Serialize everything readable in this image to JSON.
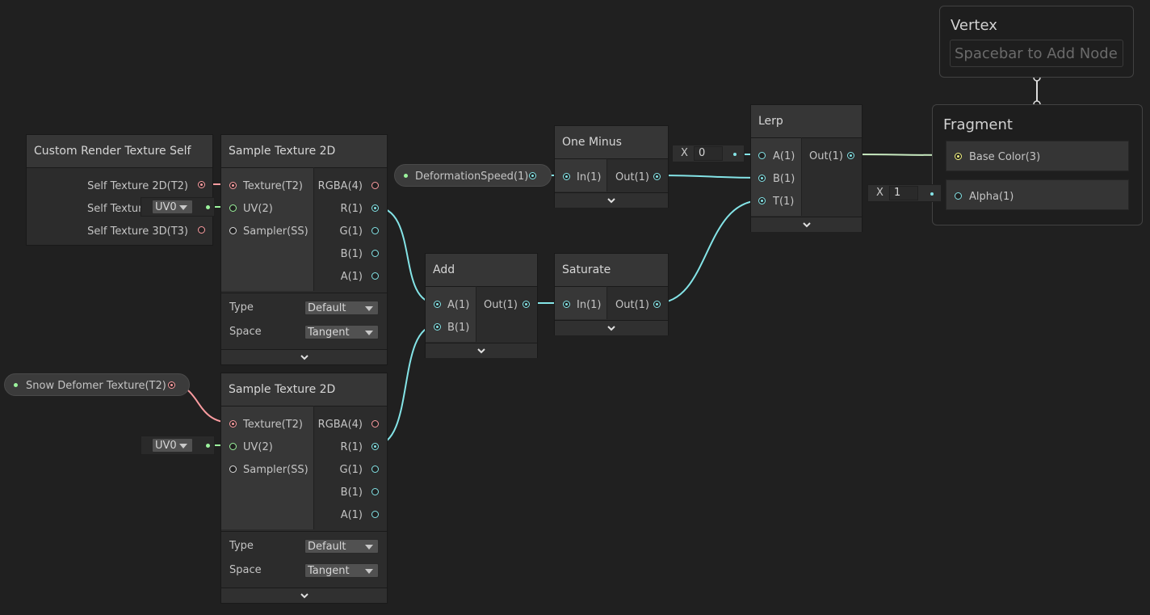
{
  "custom_render_texture_self": {
    "title": "Custom Render Texture Self",
    "outputs": [
      "Self Texture 2D(T2)",
      "Self Texture",
      "Self Texture 3D(T3)"
    ]
  },
  "sample_texture_1": {
    "title": "Sample Texture 2D",
    "inputs": [
      "Texture(T2)",
      "UV(2)",
      "Sampler(SS)"
    ],
    "outputs": [
      "RGBA(4)",
      "R(1)",
      "G(1)",
      "B(1)",
      "A(1)"
    ],
    "type_label": "Type",
    "type_value": "Default",
    "space_label": "Space",
    "space_value": "Tangent",
    "uv_value": "UV0"
  },
  "sample_texture_2": {
    "title": "Sample Texture 2D",
    "inputs": [
      "Texture(T2)",
      "UV(2)",
      "Sampler(SS)"
    ],
    "outputs": [
      "RGBA(4)",
      "R(1)",
      "G(1)",
      "B(1)",
      "A(1)"
    ],
    "type_label": "Type",
    "type_value": "Default",
    "space_label": "Space",
    "space_value": "Tangent",
    "uv_value": "UV0"
  },
  "properties": {
    "deformation_speed": "DeformationSpeed(1)",
    "snow_texture": "Snow Defomer Texture(T2)"
  },
  "add_node": {
    "title": "Add",
    "inputs": [
      "A(1)",
      "B(1)"
    ],
    "output": "Out(1)"
  },
  "one_minus": {
    "title": "One Minus",
    "input": "In(1)",
    "output": "Out(1)"
  },
  "saturate": {
    "title": "Saturate",
    "input": "In(1)",
    "output": "Out(1)"
  },
  "lerp": {
    "title": "Lerp",
    "inputs": [
      "A(1)",
      "B(1)",
      "T(1)"
    ],
    "output": "Out(1)",
    "a_default_axis": "X",
    "a_default_value": "0"
  },
  "vertex": {
    "title": "Vertex",
    "placeholder": "Spacebar to Add Node"
  },
  "fragment": {
    "title": "Fragment",
    "slots": [
      "Base Color(3)",
      "Alpha(1)"
    ],
    "alpha_axis": "X",
    "alpha_value": "1"
  },
  "colors": {
    "background": "#202020",
    "float_wire": "#84e4e7",
    "texture_wire": "#fc9ca0",
    "uv_wire": "#9cf49d",
    "vector3_wire": "#f4f480"
  }
}
